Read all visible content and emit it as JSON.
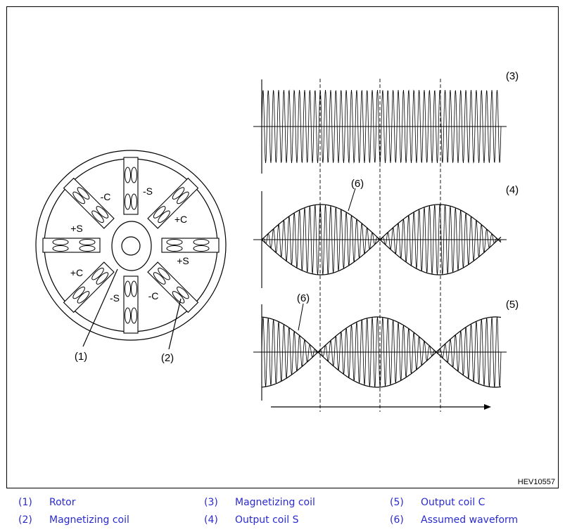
{
  "figure_id": "HEV10557",
  "stator": {
    "coil_labels": [
      "-C",
      "-S",
      "+S",
      "+C",
      "+S",
      "+C",
      "-S",
      "-C"
    ]
  },
  "callouts": {
    "rotor": "(1)",
    "magnetizing_coil": "(2)",
    "wave_3": "(3)",
    "wave_4": "(4)",
    "wave_5": "(5)",
    "assumed_a": "(6)",
    "assumed_b": "(6)"
  },
  "legend": [
    {
      "num": "(1)",
      "text": "Rotor"
    },
    {
      "num": "(2)",
      "text": "Magnetizing coil"
    },
    {
      "num": "(3)",
      "text": "Magnetizing coil"
    },
    {
      "num": "(4)",
      "text": "Output coil S"
    },
    {
      "num": "(5)",
      "text": "Output coil C"
    },
    {
      "num": "(6)",
      "text": "Assumed waveform"
    }
  ],
  "colors": {
    "legend_text": "#2a2ad0",
    "line": "#000000"
  }
}
